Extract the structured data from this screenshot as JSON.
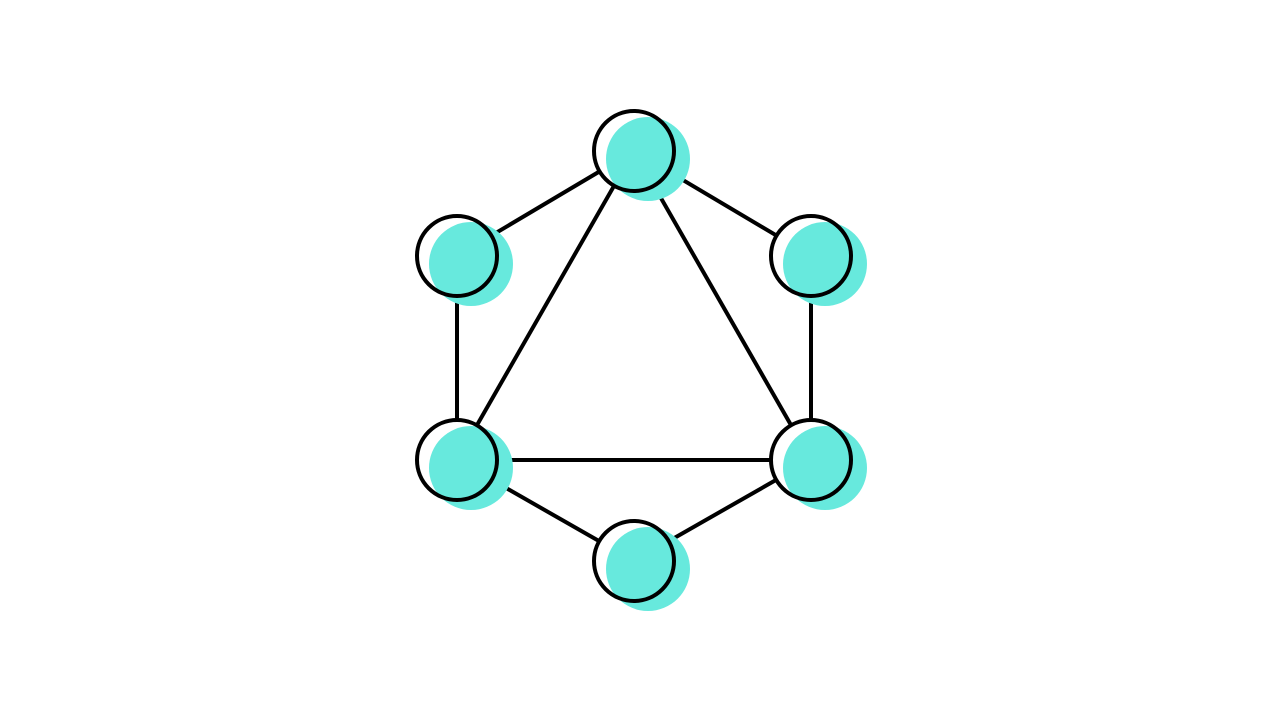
{
  "diagram": {
    "kind": "graph",
    "colors": {
      "background": "#ffffff",
      "node_fill": "#67e9dd",
      "node_outline": "#000000",
      "edge": "#000000"
    },
    "nodes": [
      {
        "id": "top"
      },
      {
        "id": "upper-left"
      },
      {
        "id": "upper-right"
      },
      {
        "id": "lower-left"
      },
      {
        "id": "lower-right"
      },
      {
        "id": "bottom"
      }
    ],
    "edges": [
      {
        "from": "top",
        "to": "upper-left"
      },
      {
        "from": "top",
        "to": "upper-right"
      },
      {
        "from": "upper-left",
        "to": "lower-left"
      },
      {
        "from": "upper-right",
        "to": "lower-right"
      },
      {
        "from": "lower-left",
        "to": "bottom"
      },
      {
        "from": "lower-right",
        "to": "bottom"
      },
      {
        "from": "top",
        "to": "lower-left"
      },
      {
        "from": "top",
        "to": "lower-right"
      },
      {
        "from": "lower-left",
        "to": "lower-right"
      }
    ]
  }
}
